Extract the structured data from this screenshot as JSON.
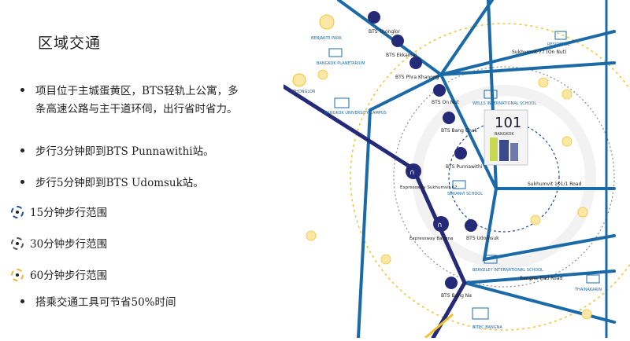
{
  "title": "区域交通",
  "bullets": [
    {
      "line1": "项目位于主城蛋黄区，BTS轻轨上公寓，多",
      "line2": "条高速公路与主干道环伺，出行省时省力。"
    },
    {
      "line1": "步行3分钟即到BTS Punnawithi站。"
    },
    {
      "line1": "步行5分钟即到BTS Udomsuk站。"
    }
  ],
  "legend": [
    {
      "label": "15分钟步行范围",
      "color": "#1f4e9c"
    },
    {
      "label": "30分钟步行范围",
      "color": "#555555"
    },
    {
      "label": "60分钟步行范围",
      "color": "#f0b52a"
    }
  ],
  "footer_bullet": "搭乘交通工具可节省50%时间",
  "map": {
    "roads": {
      "sukhumvit77": "Sukhumvit 77 (On Nut)",
      "sukhumvit101": "Sukhumvit 101/1 Road",
      "bangna_trad": "Bangna-Trad Road",
      "expressway62": "Expressway Sukhumvit 62",
      "expressway_bangna": "Expressway Bangna"
    },
    "stations": {
      "thonglor": "BTS Thonglor",
      "ekkamai": "BTS Ekkamai",
      "phra_khanong": "BTS Phra Khanong",
      "on_nut": "BTS On Nut",
      "bang_chak": "BTS Bang Chak",
      "punnawithi": "BTS Punnawithi",
      "udomsuk": "BTS Udomsuk",
      "bang_na": "BTS Bang Na"
    },
    "places": {
      "benjakiti": "BENJAKITI PARK",
      "planetarium": "BANGKOK PLANETARIUM",
      "thonglor_park": "THONGLOR",
      "residence": "RESIDENCE",
      "bangkok_university": "BANGKOK UNIVERSITY CAMPUS",
      "wells": "WELLS INTERNATIONAL SCHOOL",
      "school": "SOKANVI SCHOOL",
      "bangkok_101": "101",
      "bangkok_sub": "BANGKOK",
      "berkeley": "BERKELEY INTERNATIONAL SCHOOL",
      "bitec": "BITEC BANGNA",
      "thai_nakarin": "THAINAKARIN"
    },
    "colors": {
      "line_light": "#1b6aa8",
      "line_dark": "#252a78",
      "accent_gold": "#f0c330"
    }
  }
}
